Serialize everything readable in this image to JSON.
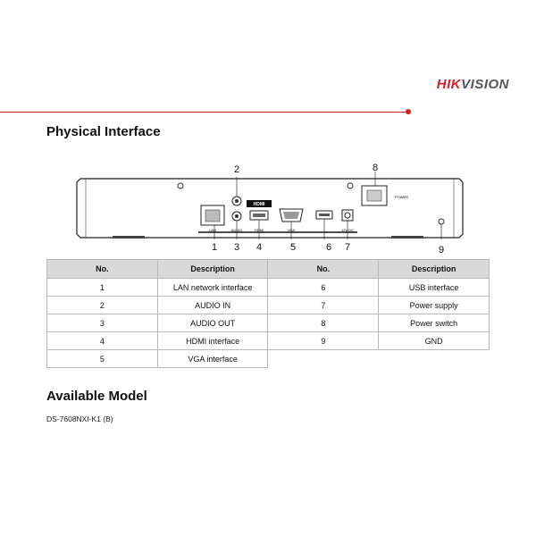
{
  "brand": {
    "part1": "HIK",
    "part2": "VISION"
  },
  "sections": {
    "physical_interface": "Physical Interface",
    "available_model": "Available Model"
  },
  "diagram": {
    "callouts": [
      "1",
      "2",
      "3",
      "4",
      "5",
      "6",
      "7",
      "8",
      "9"
    ],
    "port_labels": {
      "lan": "LAN",
      "audio": "AUDIO",
      "hdmi": "HDMI",
      "hdmi_logo": "HDMI",
      "vga": "VGA",
      "dc": "12V DC",
      "power": "POWER"
    }
  },
  "table": {
    "headers": [
      "No.",
      "Description",
      "No.",
      "Description"
    ],
    "rows": [
      [
        "1",
        "LAN network interface",
        "6",
        "USB interface"
      ],
      [
        "2",
        "AUDIO IN",
        "7",
        "Power supply"
      ],
      [
        "3",
        "AUDIO OUT",
        "8",
        "Power switch"
      ],
      [
        "4",
        "HDMI interface",
        "9",
        "GND"
      ],
      [
        "5",
        "VGA interface",
        "",
        ""
      ]
    ]
  },
  "model": "DS-7608NXI-K1 (B)"
}
